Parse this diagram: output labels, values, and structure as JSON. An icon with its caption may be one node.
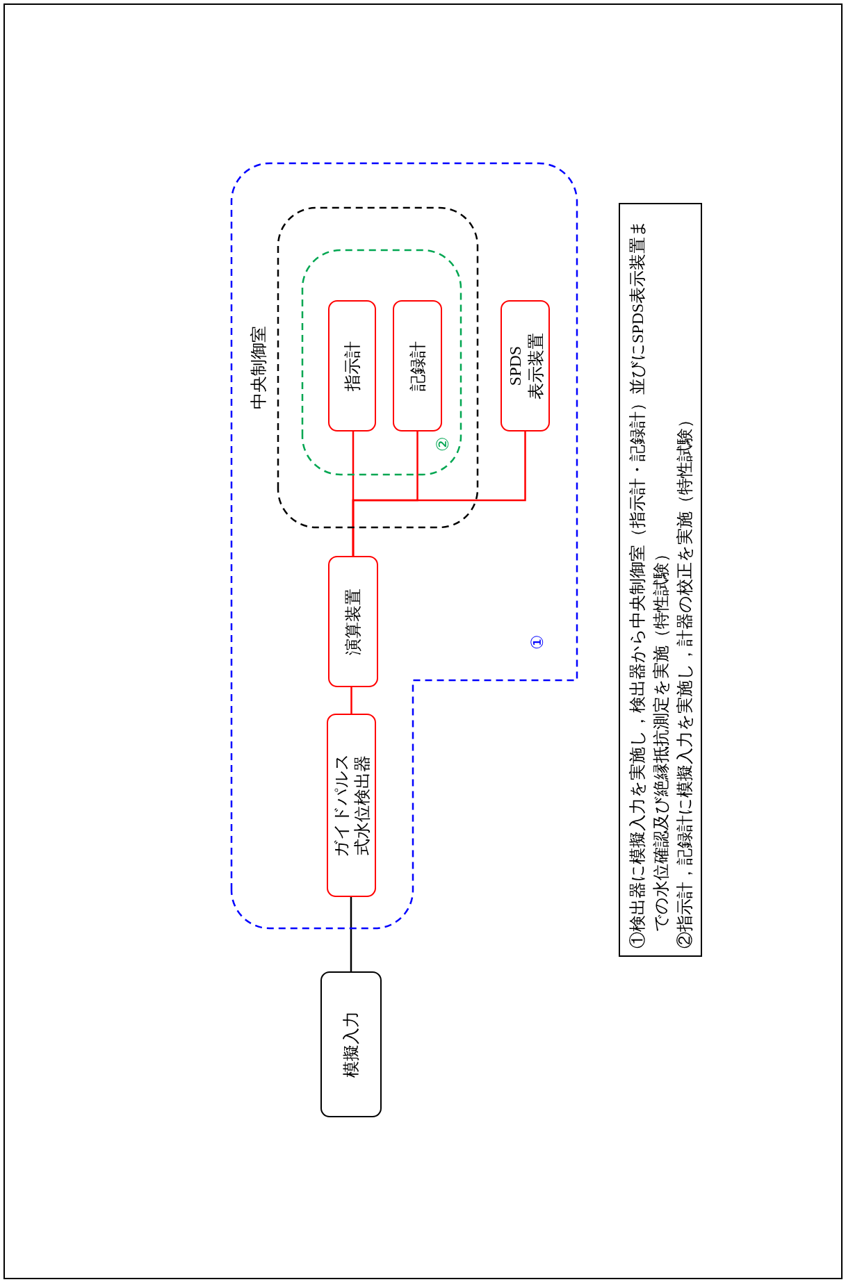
{
  "diagram": {
    "nodes": [
      {
        "text": [
          "①"
        ]
      },
      {
        "text": [
          "中央制御室"
        ],
        "in": 0
      },
      {
        "text": [
          "②"
        ],
        "in": 1
      },
      {
        "text": [
          "指示計"
        ],
        "in": 2
      },
      {
        "text": [
          "記録計"
        ],
        "in": 2
      },
      {
        "text": [
          "SPDS 表示装置"
        ],
        "in": 0
      },
      {
        "text": [
          "演算装置"
        ],
        "in": 0
      },
      {
        "text": [
          "ガイドパルス式水位検出器"
        ],
        "in": 0
      },
      {
        "text": [
          "模擬入力"
        ]
      },
      {
        "text": [
          "①検出器に模擬入力を実施し，検出器から中央制御室（指示計・記録計）並びにSPDS表示装置までの水位確認及び絶縁抵抗測定を実施（特性試験）",
          "②指示計，記録計に模擬入力を実施し，計器の校正を実施（特性試験）"
        ]
      }
    ],
    "edges": [
      {
        "from": 8,
        "to": 7,
        "arrow": "none",
        "color": "#000000"
      },
      {
        "from": 7,
        "to": 6,
        "arrow": "none"
      },
      {
        "from": 6,
        "to": 3,
        "arrow": "none"
      },
      {
        "from": 6,
        "to": 4,
        "arrow": "none"
      },
      {
        "from": 6,
        "to": 5,
        "arrow": "none"
      }
    ]
  }
}
